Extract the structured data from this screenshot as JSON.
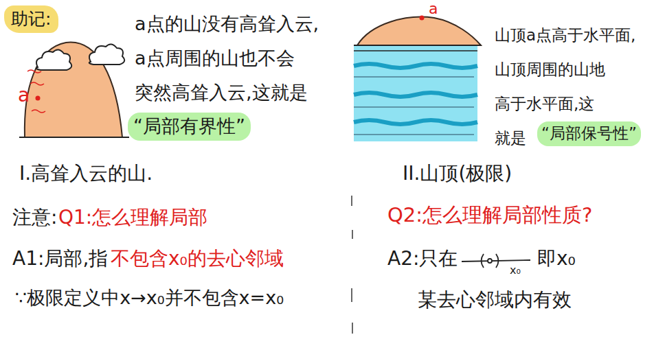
{
  "diagram": {
    "nodes": [
      {
        "text": [
          "助记:"
        ]
      },
      {
        "text": [
          "“局部有界性”"
        ]
      },
      {
        "text": [
          "“局部保号性”"
        ]
      }
    ],
    "labels": [
      "a点的山没有高耸入云, a点周围的山也不会 突然高耸入云,这就是",
      "a",
      "山顶a点高于水平面, 山顶周围的山地 高于水平面,这 就是",
      "a",
      "I.高耸入云的山.",
      "II.山顶(极限)",
      "注意:",
      "Q1:怎么理解局部",
      "A1:局部,指",
      "不包含x₀的去心邻域",
      "∵极限定义中x→x₀并不包含x=x₀",
      "Q2:怎么理解局部性质?",
      "A2:只在",
      "x₀",
      "即x₀",
      "某去心邻域内有效"
    ]
  }
}
